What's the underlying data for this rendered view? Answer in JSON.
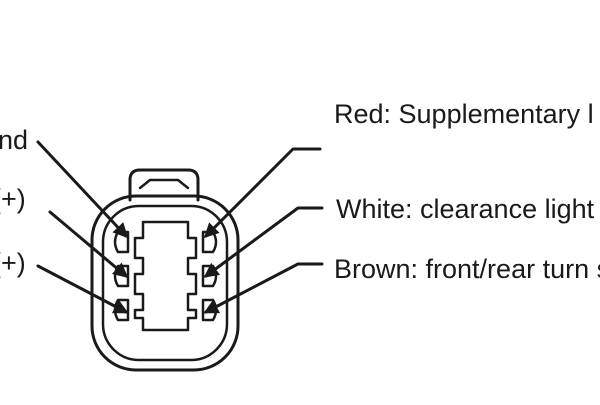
{
  "labels": {
    "left_top": "nd",
    "left_mid": "(+)",
    "left_bottom": "(+)",
    "right_top": "Red: Supplementary l",
    "right_mid": "White: clearance light",
    "right_bottom": "Brown: front/rear turn s"
  },
  "colors": {
    "line": "#1a1a1a",
    "background": "#ffffff"
  }
}
